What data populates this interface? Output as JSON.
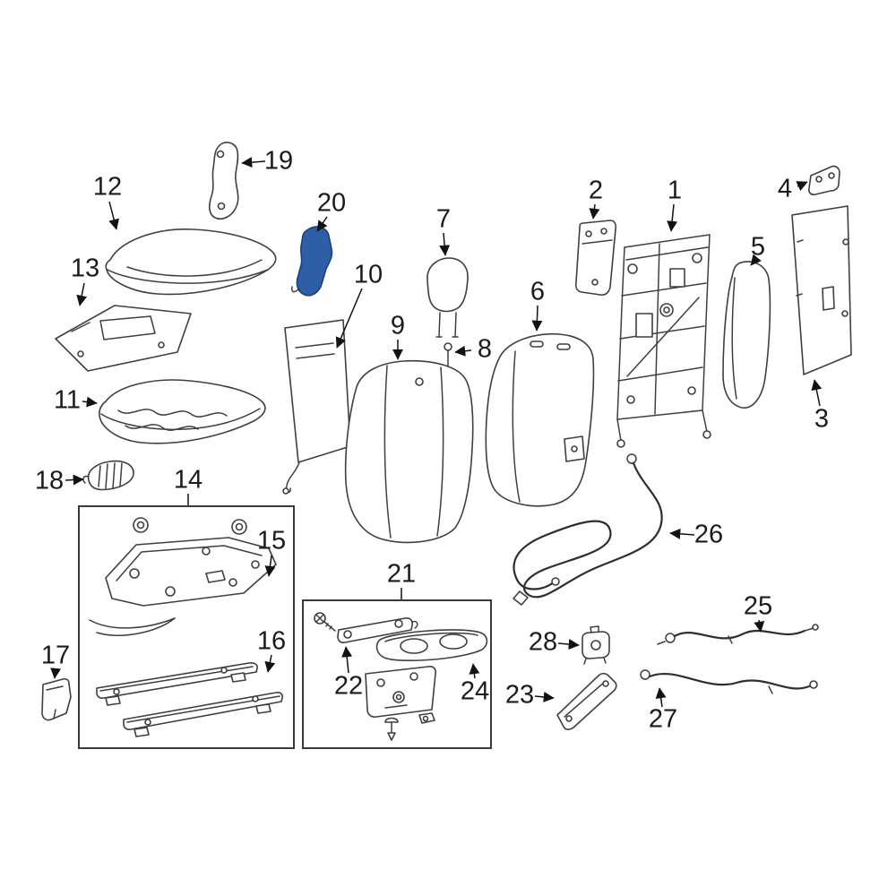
{
  "diagram": {
    "type": "exploded-parts-diagram",
    "highlighted_part": "20",
    "highlight_color": "#2e5ea6",
    "highlight_stroke": "#1c3f7d",
    "line_color": "#3f3f3f",
    "background": "#ffffff",
    "labels": [
      {
        "num": "1"
      },
      {
        "num": "2"
      },
      {
        "num": "3"
      },
      {
        "num": "4"
      },
      {
        "num": "5"
      },
      {
        "num": "6"
      },
      {
        "num": "7"
      },
      {
        "num": "8"
      },
      {
        "num": "9"
      },
      {
        "num": "10"
      },
      {
        "num": "11"
      },
      {
        "num": "12"
      },
      {
        "num": "13"
      },
      {
        "num": "14"
      },
      {
        "num": "15"
      },
      {
        "num": "16"
      },
      {
        "num": "17"
      },
      {
        "num": "18"
      },
      {
        "num": "19"
      },
      {
        "num": "20"
      },
      {
        "num": "21"
      },
      {
        "num": "22"
      },
      {
        "num": "23"
      },
      {
        "num": "24"
      },
      {
        "num": "25"
      },
      {
        "num": "26"
      },
      {
        "num": "27"
      },
      {
        "num": "28"
      }
    ]
  }
}
